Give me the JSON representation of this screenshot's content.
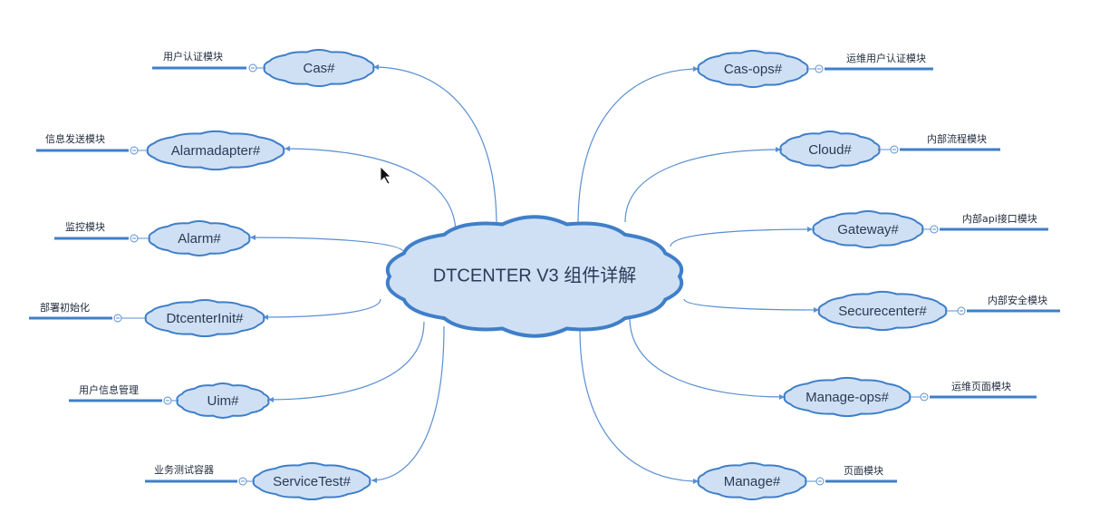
{
  "diagram": {
    "center": {
      "label": "DTCENTER V3 组件详解"
    },
    "left_nodes": [
      {
        "id": "cas",
        "label": "Cas#",
        "desc": "用户认证模块"
      },
      {
        "id": "alarmadapter",
        "label": "Alarmadapter#",
        "desc": "信息发送模块"
      },
      {
        "id": "alarm",
        "label": "Alarm#",
        "desc": "监控模块"
      },
      {
        "id": "dtcenterinit",
        "label": "DtcenterInit#",
        "desc": "部署初始化"
      },
      {
        "id": "uim",
        "label": "Uim#",
        "desc": "用户信息管理"
      },
      {
        "id": "servicetest",
        "label": "ServiceTest#",
        "desc": "业务测试容器"
      }
    ],
    "right_nodes": [
      {
        "id": "cas-ops",
        "label": "Cas-ops#",
        "desc": "运维用户认证模块"
      },
      {
        "id": "cloud",
        "label": "Cloud#",
        "desc": "内部流程模块"
      },
      {
        "id": "gateway",
        "label": "Gateway#",
        "desc": "内部api接口模块"
      },
      {
        "id": "securecenter",
        "label": "Securecenter#",
        "desc": "内部安全模块"
      },
      {
        "id": "manage-ops",
        "label": "Manage-ops#",
        "desc": "运维页面模块"
      },
      {
        "id": "manage",
        "label": "Manage#",
        "desc": "页面模块"
      }
    ]
  },
  "colors": {
    "cloud_fill": "#cfe0f5",
    "cloud_stroke": "#3f7fc9",
    "line": "#5a8fd1",
    "underline": "#3f7fc9"
  }
}
